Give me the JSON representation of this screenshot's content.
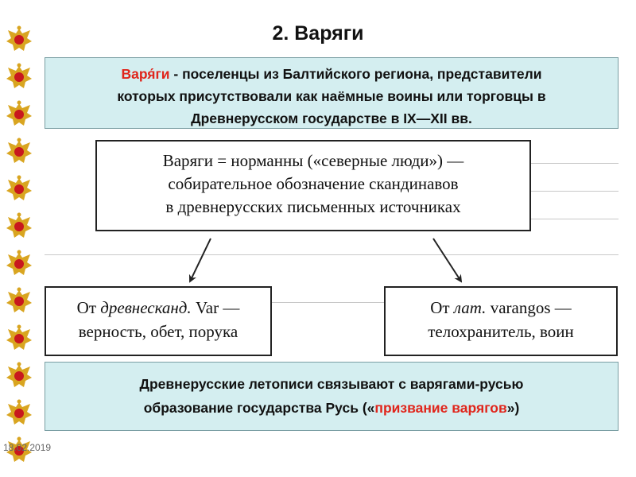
{
  "slide": {
    "title": "2. Варяги",
    "definition": {
      "term": "Варя́ги",
      "rest_line1": " - поселенцы из Балтийского региона, представители",
      "line2": "которых присутствовали как наёмные воины или торговцы в",
      "line3": "Древнерусском государстве в IX—XII вв."
    },
    "scan_main": {
      "line1": "Варяги = норманны («северные люди») —",
      "line2": "собирательное обозначение скандинавов",
      "line3": "в древнерусских письменных источниках"
    },
    "scan_left": {
      "prefix": "От ",
      "lang": "древнескандинавского",
      "lang_short": "древнесканд.",
      "word": " Var —",
      "line2": "верность, обет, порука"
    },
    "scan_right": {
      "prefix": "От ",
      "lang": "лат.",
      "word": " varangos —",
      "line2": "телохранитель, воин"
    },
    "bottom": {
      "line1": "Древнерусские летописи связывают с варягами-русью",
      "line2_start": "образование государства Русь («",
      "highlight": "призвание варягов",
      "line2_end": "»)"
    },
    "date": "18.02.2019"
  },
  "colors": {
    "accent_red": "#e0251b",
    "box_fill": "#d4eef0",
    "emblem_gold": "#d9a520",
    "emblem_red": "#c8181e"
  },
  "icons": {
    "emblem": "double-headed-eagle-emblem-icon"
  }
}
